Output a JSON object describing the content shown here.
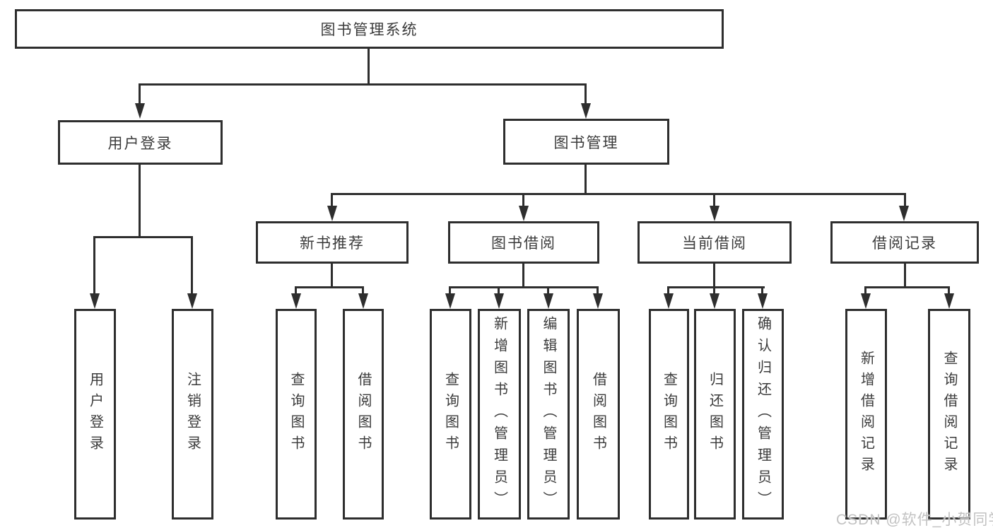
{
  "tree": {
    "root": "图书管理系统",
    "login": {
      "label": "用户登录",
      "children": [
        "用户登录",
        "注销登录"
      ]
    },
    "management": {
      "label": "图书管理",
      "sections": [
        {
          "label": "新书推荐",
          "children": [
            "查询图书",
            "借阅图书"
          ]
        },
        {
          "label": "图书借阅",
          "children": [
            "查询图书",
            "新增图书（管理员）",
            "编辑图书（管理员）",
            "借阅图书"
          ]
        },
        {
          "label": "当前借阅",
          "children": [
            "查询图书",
            "归还图书",
            "确认归还（管理员）"
          ]
        },
        {
          "label": "借阅记录",
          "children": [
            "新增借阅记录",
            "查询借阅记录"
          ]
        }
      ]
    }
  },
  "watermark": "CSDN @软件_小贺同学",
  "colors": {
    "line": "#2e2e2e",
    "text": "#3b3b3b",
    "watermark": "#c2c2c2",
    "background": "#ffffff"
  }
}
